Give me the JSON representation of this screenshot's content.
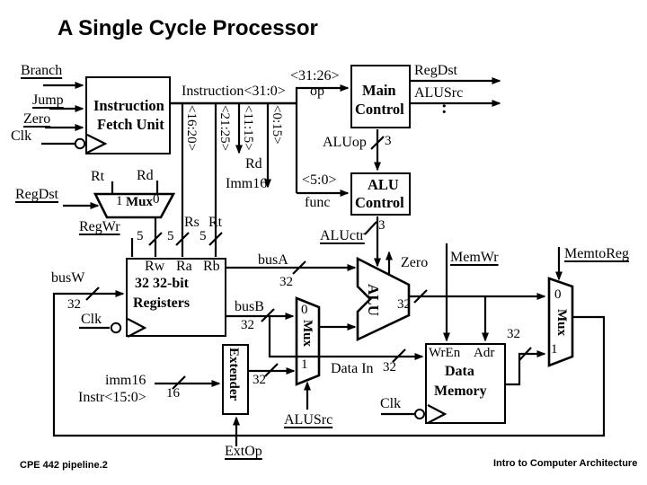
{
  "title": "A Single Cycle Processor",
  "footer": {
    "left": "CPE 442 pipeline.2",
    "right": "Intro to Computer Architecture"
  },
  "ifu": {
    "line1": "Instruction",
    "line2": "Fetch Unit",
    "branch": "Branch",
    "jump": "Jump",
    "zero": "Zero",
    "clk": "Clk"
  },
  "bus": {
    "label": "Instruction<31:0>",
    "field_16_20": "<16:20>",
    "field_21_25": "<21:25>",
    "field_11_15": "<11:15>",
    "field_0_15": "<0:15>",
    "rd": "Rd",
    "imm16": "Imm16",
    "op_bits": "<31:26>",
    "op": "op",
    "func_bits": "<5:0>",
    "func": "func"
  },
  "main_control": {
    "line1": "Main",
    "line2": "Control",
    "regdst": "RegDst",
    "alusrc": "ALUSrc",
    "more": ":",
    "aluop": "ALUop",
    "aluop_width": "3"
  },
  "alu_control": {
    "line1": "ALU",
    "line2": "Control",
    "aluctr": "ALUctr",
    "aluctr_width": "3"
  },
  "regdst_mux": {
    "rt": "Rt",
    "rd": "Rd",
    "in1": "1",
    "name": "Mux",
    "in0": "0",
    "regdst": "RegDst",
    "out_width": "5"
  },
  "regfile": {
    "regwr": "RegWr",
    "rs": "Rs",
    "rt": "Rt",
    "ra_width": "5",
    "rb_width": "5",
    "rw": "Rw",
    "ra": "Ra",
    "rb": "Rb",
    "line1": "32 32-bit",
    "line2": "Registers",
    "busw": "busW",
    "busw_width": "32",
    "clk": "Clk",
    "busa": "busA",
    "busa_width": "32",
    "busb": "busB",
    "busb_width": "32"
  },
  "alusrc_mux": {
    "in0": "0",
    "name": "Mux",
    "in1": "1",
    "alusrc": "ALUSrc"
  },
  "alu": {
    "name": "ALU",
    "zero": "Zero",
    "out_width": "32"
  },
  "datamem": {
    "line1": "Data",
    "line2": "Memory",
    "wren": "WrEn",
    "adr": "Adr",
    "clk": "Clk",
    "memwr": "MemWr",
    "datain": "Data In",
    "datain_width": "32",
    "out_width": "32"
  },
  "memtoreg_mux": {
    "label": "MemtoReg",
    "in0": "0",
    "name": "Mux",
    "in1": "1"
  },
  "extender": {
    "imm16": "imm16",
    "instr": "Instr<15:0>",
    "in_width": "16",
    "name": "Extender",
    "out_width": "32",
    "extop": "ExtOp"
  }
}
